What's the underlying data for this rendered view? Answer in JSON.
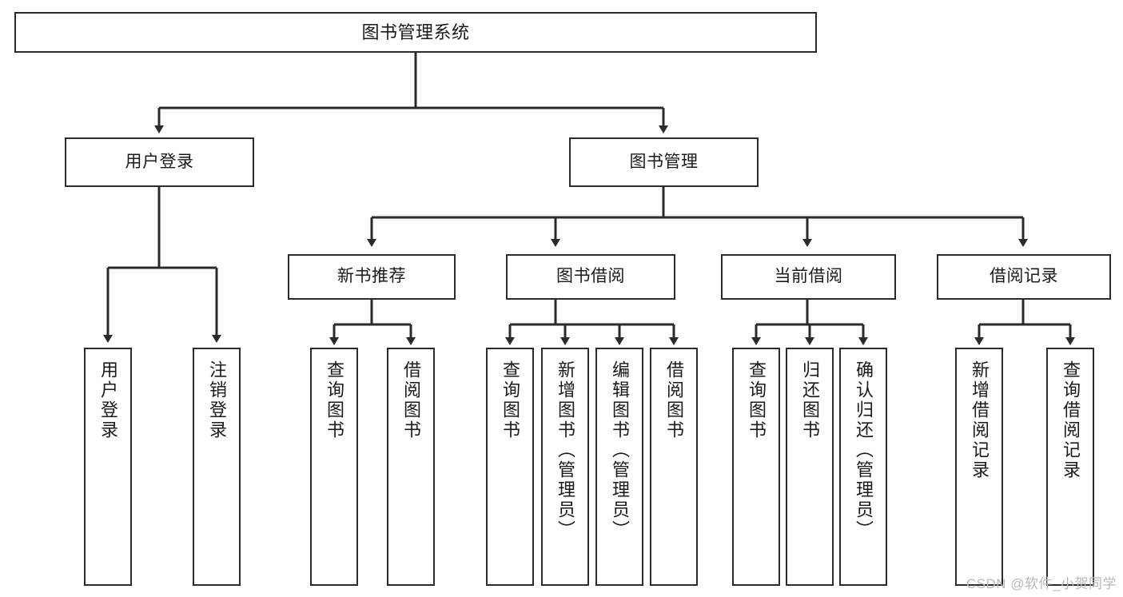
{
  "diagram": {
    "title": "图书管理系统",
    "type": "functional-structure-tree",
    "watermark": "CSDN @软件_小贺同学",
    "line_color": "#2b2b2b",
    "box_fill": "#ffffff",
    "text_color": "#1a1a1a",
    "watermark_color": "#b9b9b9"
  },
  "nodes": {
    "root": {
      "label": "图书管理系统"
    },
    "level2": [
      {
        "id": "user-login",
        "label": "用户登录"
      },
      {
        "id": "book-management",
        "label": "图书管理"
      }
    ],
    "level3": [
      {
        "id": "new-book-recommend",
        "label": "新书推荐"
      },
      {
        "id": "book-borrow",
        "label": "图书借阅"
      },
      {
        "id": "current-borrow",
        "label": "当前借阅"
      },
      {
        "id": "borrow-record",
        "label": "借阅记录"
      }
    ],
    "leaves": [
      {
        "id": "leaf-user-login",
        "label": "用户登录",
        "parent": "user-login"
      },
      {
        "id": "leaf-logout-login",
        "label": "注销登录",
        "parent": "user-login"
      },
      {
        "id": "leaf-query-book-1",
        "label": "查询图书",
        "parent": "new-book-recommend"
      },
      {
        "id": "leaf-borrow-book-1",
        "label": "借阅图书",
        "parent": "new-book-recommend"
      },
      {
        "id": "leaf-query-book-2",
        "label": "查询图书",
        "parent": "book-borrow"
      },
      {
        "id": "leaf-add-book-admin",
        "label": "新增图书（管理员）",
        "parent": "book-borrow"
      },
      {
        "id": "leaf-edit-book-admin",
        "label": "编辑图书（管理员）",
        "parent": "book-borrow"
      },
      {
        "id": "leaf-borrow-book-2",
        "label": "借阅图书",
        "parent": "book-borrow"
      },
      {
        "id": "leaf-query-book-3",
        "label": "查询图书",
        "parent": "current-borrow"
      },
      {
        "id": "leaf-return-book",
        "label": "归还图书",
        "parent": "current-borrow"
      },
      {
        "id": "leaf-confirm-return-admin",
        "label": "确认归还（管理员）",
        "parent": "current-borrow"
      },
      {
        "id": "leaf-add-borrow-record",
        "label": "新增借阅记录",
        "parent": "borrow-record"
      },
      {
        "id": "leaf-query-borrow-record",
        "label": "查询借阅记录",
        "parent": "borrow-record"
      }
    ]
  }
}
